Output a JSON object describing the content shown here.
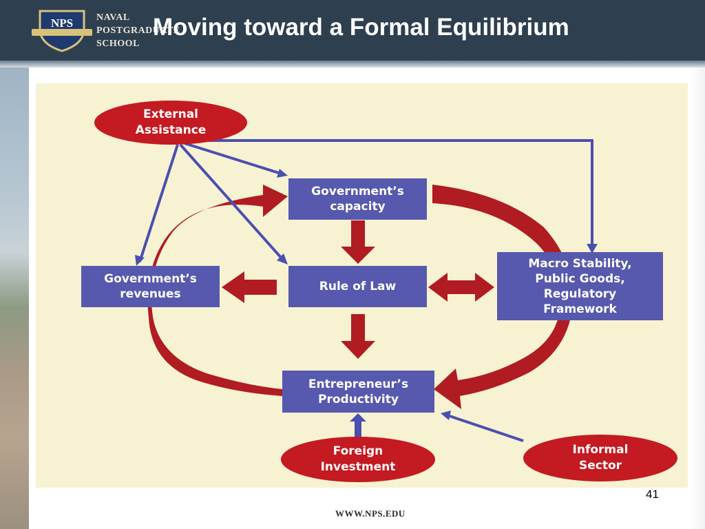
{
  "header": {
    "school_lines": [
      "NAVAL",
      "POSTGRADUATE",
      "SCHOOL"
    ],
    "logo_text": "NPS",
    "title": "Moving toward a Formal Equilibrium"
  },
  "diagram": {
    "nodes": {
      "external_assistance": "External\nAssistance",
      "government_capacity": "Government’s\ncapacity",
      "government_revenues": "Government’s\nrevenues",
      "rule_of_law": "Rule of Law",
      "macro_stability": "Macro Stability,\nPublic Goods,\nRegulatory\nFramework",
      "entrepreneur_productivity": "Entrepreneur’s\nProductivity",
      "foreign_investment": "Foreign\nInvestment",
      "informal_sector": "Informal\nSector"
    },
    "colors": {
      "box": "#5659ad",
      "ellipse": "#c41a21",
      "cycle_arrow": "#b01c22",
      "connector": "#4b4fb0",
      "panel": "#f7f2d2"
    }
  },
  "footer": {
    "page_number": "41",
    "url": "WWW.NPS.EDU"
  }
}
